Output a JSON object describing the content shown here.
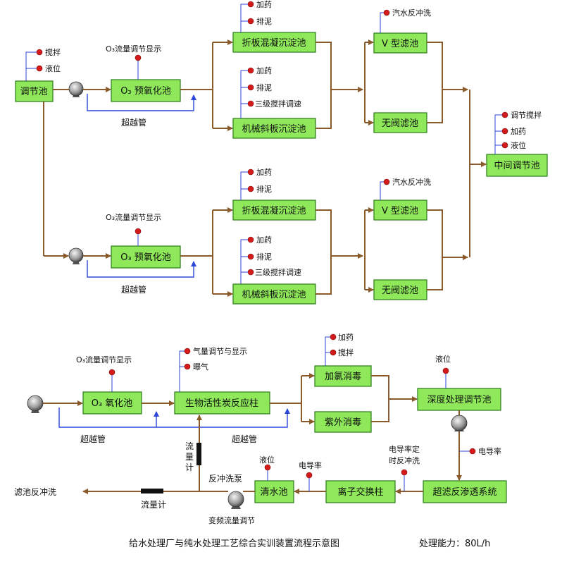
{
  "boxes": {
    "tiaojie": "调节池",
    "o3_pre_1": "O₃ 预氧化池",
    "o3_pre_2": "O₃ 预氧化池",
    "zheban_1": "折板混凝沉淀池",
    "jixie_1": "机械斜板沉淀池",
    "zheban_2": "折板混凝沉淀池",
    "jixie_2": "机械斜板沉淀池",
    "v_1": "V 型滤池",
    "wufa_1": "无阀滤池",
    "v_2": "V 型滤池",
    "wufa_2": "无阀滤池",
    "zhongjian": "中间调节池",
    "o3_oxid": "O₃ 氧化池",
    "bio": "生物活性炭反应柱",
    "jialv": "加氯消毒",
    "ziwai": "紫外消毒",
    "shendu": "深度处理调节池",
    "qingshui": "清水池",
    "lizi": "离子交换柱",
    "chaolv": "超滤反渗透系统"
  },
  "labels": {
    "stir": "搅拌",
    "level": "液位",
    "o3_flow": "O₃流量调节显示",
    "bypass": "超越管",
    "add_chem": "加药",
    "sludge": "排泥",
    "three_stir": "三级搅拌调速",
    "air_water": "汽水反冲洗",
    "adj_stir": "调节搅拌",
    "gas_flow": "气量调节与显示",
    "aeration": "曝气",
    "conductivity": "电导率",
    "cond_timed": "电导率定",
    "timed_backwash": "时反冲洗",
    "flowmeter": "流量计",
    "flowmeter_v": "流量计",
    "backwash_pump": "反冲洗泵",
    "filter_backwash": "滤池反冲洗",
    "vfd": "变频流量调节"
  },
  "caption": "给水处理厂与纯水处理工艺综合实训装置流程示意图",
  "capacity": "处理能力：80L/h",
  "colors": {
    "box_fill": "#8ee85a",
    "water_line": "#8a5a2b",
    "bypass_line": "#2c46d8",
    "sensor_dot": "#d41a1a"
  }
}
